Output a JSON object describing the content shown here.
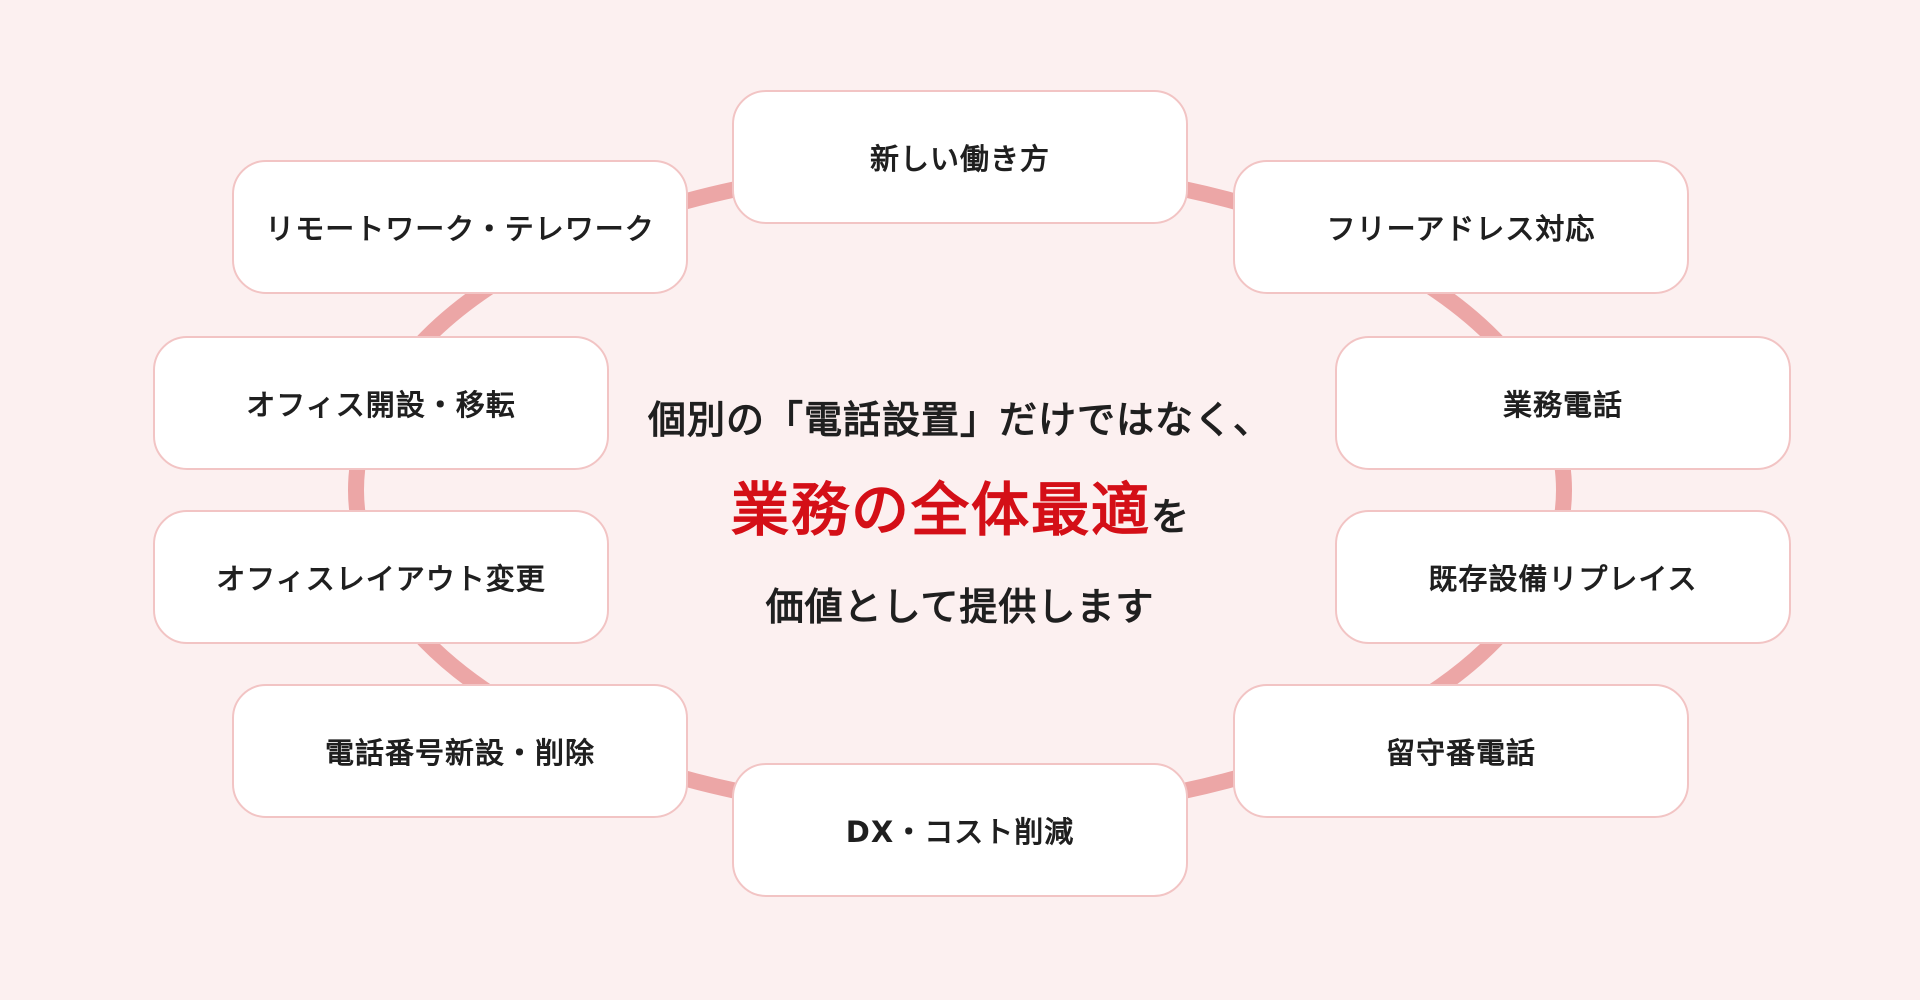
{
  "center": {
    "line1": "個別の「電話設置」だけではなく、",
    "line2_highlight": "業務の全体最適",
    "line2_suffix": "を",
    "line3": "価値として提供します"
  },
  "items": [
    "新しい働き方",
    "フリーアドレス対応",
    "業務電話",
    "既存設備リプレイス",
    "留守番電話",
    "DX・コスト削減",
    "電話番号新設・削除",
    "オフィスレイアウト変更",
    "オフィス開設・移転",
    "リモートワーク・テレワーク"
  ],
  "colors": {
    "background": "#fcf0f0",
    "ring": "#eca6a6",
    "card_border": "#f2c4c4",
    "highlight": "#d40f17"
  }
}
